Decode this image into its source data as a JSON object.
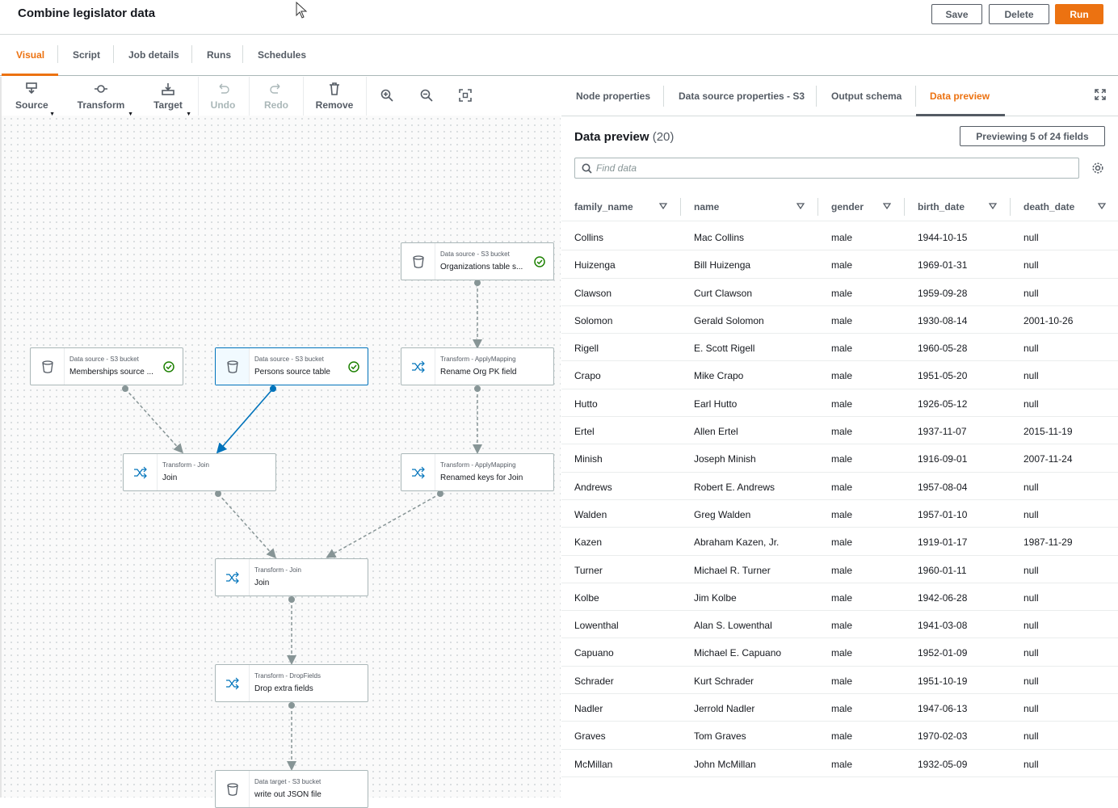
{
  "header": {
    "title": "Combine legislator data",
    "save_label": "Save",
    "delete_label": "Delete",
    "run_label": "Run"
  },
  "tabs": [
    {
      "label": "Visual",
      "active": true
    },
    {
      "label": "Script"
    },
    {
      "label": "Job details"
    },
    {
      "label": "Runs"
    },
    {
      "label": "Schedules"
    }
  ],
  "toolbar": {
    "source": "Source",
    "transform": "Transform",
    "target": "Target",
    "undo": "Undo",
    "redo": "Redo",
    "remove": "Remove"
  },
  "nodes": {
    "organizations": {
      "sub": "Data source - S3 bucket",
      "name": "Organizations table s..."
    },
    "memberships": {
      "sub": "Data source - S3 bucket",
      "name": "Memberships source ..."
    },
    "persons": {
      "sub": "Data source - S3 bucket",
      "name": "Persons source table"
    },
    "rename_org": {
      "sub": "Transform - ApplyMapping",
      "name": "Rename Org PK field"
    },
    "join1": {
      "sub": "Transform - Join",
      "name": "Join"
    },
    "renamed_keys": {
      "sub": "Transform - ApplyMapping",
      "name": "Renamed keys for Join"
    },
    "join2": {
      "sub": "Transform - Join",
      "name": "Join"
    },
    "drop_fields": {
      "sub": "Transform - DropFields",
      "name": "Drop extra fields"
    },
    "write_json": {
      "sub": "Data target - S3 bucket",
      "name": "write out JSON file"
    }
  },
  "panel": {
    "tabs": [
      {
        "label": "Node properties"
      },
      {
        "label": "Data source properties - S3"
      },
      {
        "label": "Output schema"
      },
      {
        "label": "Data preview",
        "active": true
      }
    ],
    "heading": "Data preview",
    "count": "(20)",
    "preview_button": "Previewing 5 of 24 fields",
    "search_placeholder": "Find data",
    "columns": [
      "family_name",
      "name",
      "gender",
      "birth_date",
      "death_date"
    ],
    "rows": [
      [
        "Collins",
        "Mac Collins",
        "male",
        "1944-10-15",
        "null"
      ],
      [
        "Huizenga",
        "Bill Huizenga",
        "male",
        "1969-01-31",
        "null"
      ],
      [
        "Clawson",
        "Curt Clawson",
        "male",
        "1959-09-28",
        "null"
      ],
      [
        "Solomon",
        "Gerald Solomon",
        "male",
        "1930-08-14",
        "2001-10-26"
      ],
      [
        "Rigell",
        "E. Scott Rigell",
        "male",
        "1960-05-28",
        "null"
      ],
      [
        "Crapo",
        "Mike Crapo",
        "male",
        "1951-05-20",
        "null"
      ],
      [
        "Hutto",
        "Earl Hutto",
        "male",
        "1926-05-12",
        "null"
      ],
      [
        "Ertel",
        "Allen Ertel",
        "male",
        "1937-11-07",
        "2015-11-19"
      ],
      [
        "Minish",
        "Joseph Minish",
        "male",
        "1916-09-01",
        "2007-11-24"
      ],
      [
        "Andrews",
        "Robert E. Andrews",
        "male",
        "1957-08-04",
        "null"
      ],
      [
        "Walden",
        "Greg Walden",
        "male",
        "1957-01-10",
        "null"
      ],
      [
        "Kazen",
        "Abraham Kazen, Jr.",
        "male",
        "1919-01-17",
        "1987-11-29"
      ],
      [
        "Turner",
        "Michael R. Turner",
        "male",
        "1960-01-11",
        "null"
      ],
      [
        "Kolbe",
        "Jim Kolbe",
        "male",
        "1942-06-28",
        "null"
      ],
      [
        "Lowenthal",
        "Alan S. Lowenthal",
        "male",
        "1941-03-08",
        "null"
      ],
      [
        "Capuano",
        "Michael E. Capuano",
        "male",
        "1952-01-09",
        "null"
      ],
      [
        "Schrader",
        "Kurt Schrader",
        "male",
        "1951-10-19",
        "null"
      ],
      [
        "Nadler",
        "Jerrold Nadler",
        "male",
        "1947-06-13",
        "null"
      ],
      [
        "Graves",
        "Tom Graves",
        "male",
        "1970-02-03",
        "null"
      ],
      [
        "McMillan",
        "John McMillan",
        "male",
        "1932-05-09",
        "null"
      ]
    ]
  },
  "colors": {
    "accent": "#ec7211",
    "selected": "#0073bb",
    "success": "#1d8102"
  }
}
